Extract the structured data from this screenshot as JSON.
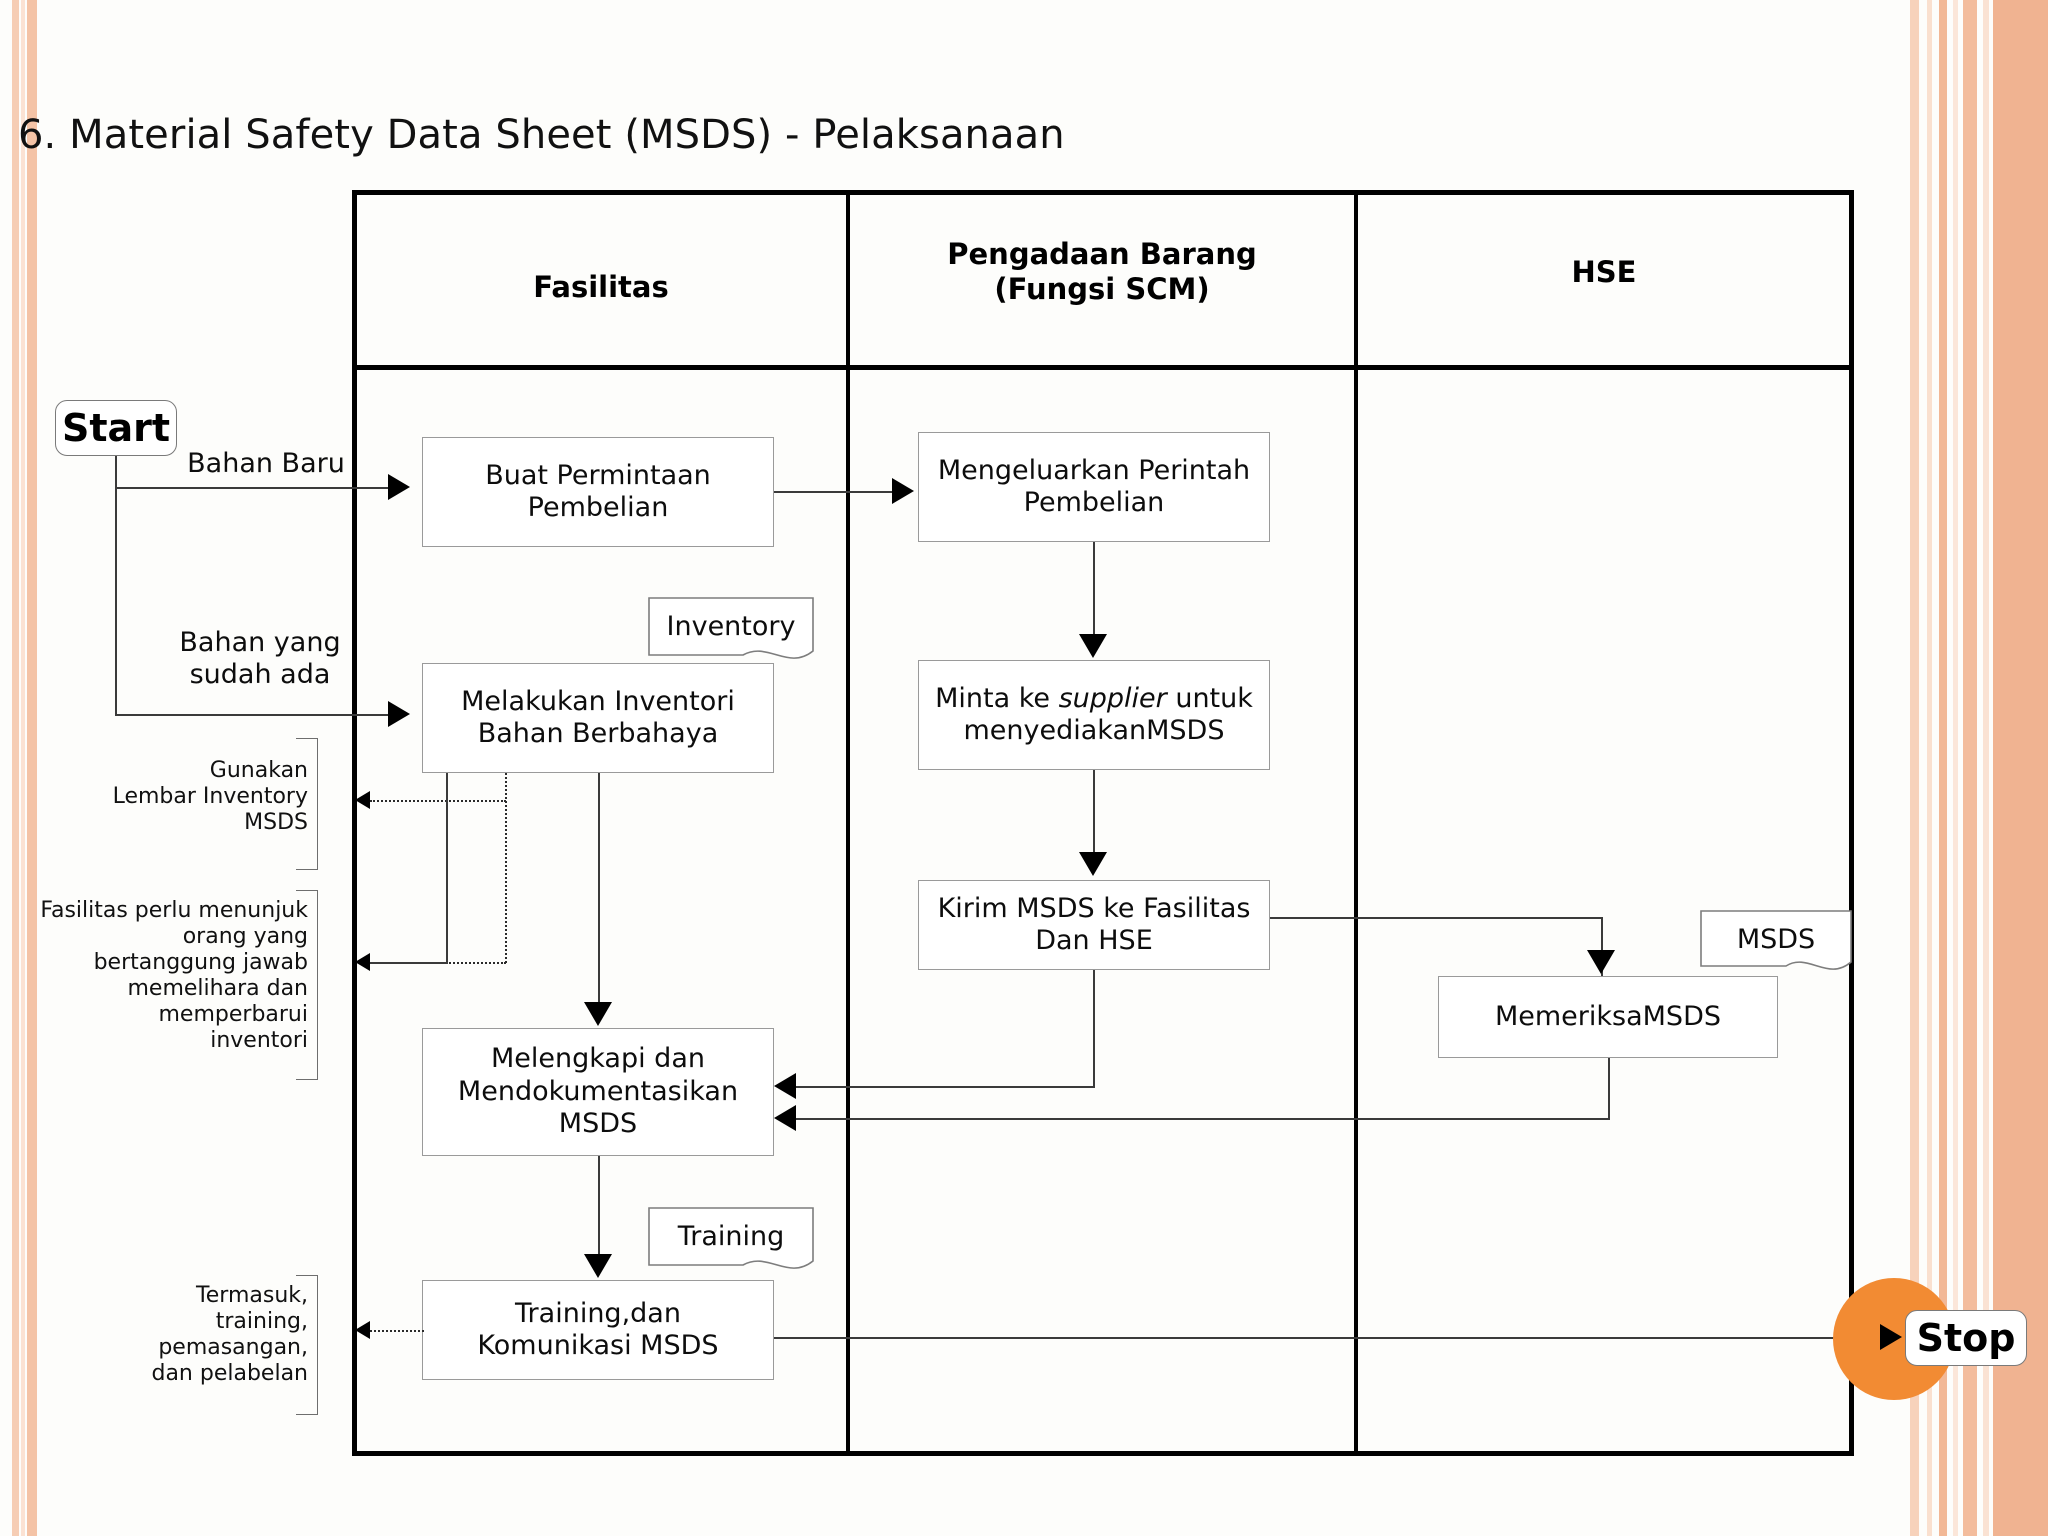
{
  "page": {
    "title": "6. Material Safety Data Sheet (MSDS) - Pelaksanaan",
    "accent_color": "#f28b33",
    "stripe_color": "#f4c3a6"
  },
  "swimlanes": {
    "columns": [
      {
        "id": "fasilitas",
        "label": "Fasilitas"
      },
      {
        "id": "scm",
        "label_line1": "Pengadaan Barang",
        "label_line2": "(Fungsi SCM)"
      },
      {
        "id": "hse",
        "label": "HSE"
      }
    ]
  },
  "terminators": {
    "start": "Start",
    "stop": "Stop"
  },
  "edge_labels": {
    "bahan_baru": "Bahan Baru",
    "bahan_sudah_ada_l1": "Bahan yang",
    "bahan_sudah_ada_l2": "sudah ada"
  },
  "nodes": {
    "buat_permintaan": {
      "line1": "Buat Permintaan",
      "line2": "Pembelian"
    },
    "melakukan_inventori": {
      "line1": "Melakukan Inventori",
      "line2": "Bahan Berbahaya"
    },
    "melengkapi_msds": {
      "line1": "Melengkapi dan",
      "line2": "Mendokumentasikan",
      "line3": "MSDS"
    },
    "training_komunikasi": {
      "line1": "Training,dan",
      "line2": "Komunikasi MSDS"
    },
    "mengeluarkan_perintah": {
      "line1": "Mengeluarkan Perintah",
      "line2": "Pembelian"
    },
    "minta_supplier": {
      "pre": "Minta ke ",
      "italic": "supplier",
      "post": " untuk",
      "line2": "menyediakanMSDS"
    },
    "kirim_msds": {
      "line1": "Kirim MSDS ke Fasilitas",
      "line2": "Dan HSE"
    },
    "memeriksa_msds": {
      "label": "MemeriksaMSDS"
    }
  },
  "documents": {
    "inventory": "Inventory",
    "training": "Training",
    "msds": "MSDS"
  },
  "annotations": {
    "gunakan_lembar": {
      "line1": "Gunakan",
      "line2": "Lembar Inventory",
      "line3": "MSDS"
    },
    "fasilitas_menunjuk": {
      "line1": "Fasilitas perlu menunjuk",
      "line2": "orang yang",
      "line3": "bertanggung jawab",
      "line4": "memelihara dan",
      "line5": "memperbarui",
      "line6": "inventori"
    },
    "termasuk_training": {
      "line1": "Termasuk,",
      "line2": "training,",
      "line3": "pemasangan,",
      "line4": "dan pelabelan"
    }
  }
}
